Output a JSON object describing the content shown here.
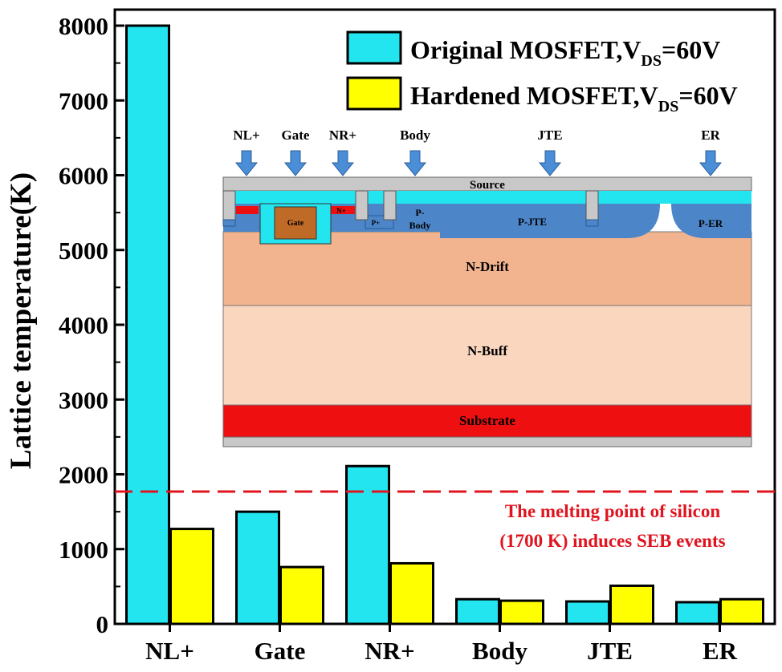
{
  "chart_data": {
    "type": "bar",
    "ylabel": "Lattice temperature(K)",
    "ylim": [
      0,
      8000
    ],
    "yticks": [
      0,
      1000,
      2000,
      3000,
      4000,
      5000,
      6000,
      7000,
      8000
    ],
    "categories": [
      "NL+",
      "Gate",
      "NR+",
      "Body",
      "JTE",
      "ER"
    ],
    "series": [
      {
        "name_main": "Original MOSFET,V",
        "name_sub": "DS",
        "name_tail": "=60V",
        "color": "#22e5ef",
        "values": [
          8000,
          1500,
          2110,
          330,
          300,
          290
        ]
      },
      {
        "name_main": "Hardened MOSFET,V",
        "name_sub": "DS",
        "name_tail": "=60V",
        "color": "#ffff00",
        "values": [
          1270,
          760,
          810,
          310,
          510,
          330
        ]
      }
    ],
    "threshold": {
      "value": 1770,
      "color": "#e0141e",
      "label_line1": "The melting point of silicon",
      "label_line2": "(1700 K) induces SEB events"
    },
    "legend_position": "top-right"
  },
  "inset": {
    "arrow_labels": [
      "NL+",
      "Gate",
      "NR+",
      "Body",
      "JTE",
      "ER"
    ],
    "regions": {
      "source": "Source",
      "gate": "Gate",
      "nplus": "N+",
      "pplus": "P+",
      "pbody": "P-",
      "pbody2": "Body",
      "pjte": "P-JTE",
      "per": "P-ER",
      "ndrift": "N-Drift",
      "nbuff": "N-Buff",
      "substrate": "Substrate"
    },
    "colors": {
      "arrow": "#4a8ed8",
      "source": "#c8c8c8",
      "cyan": "#22e5ef",
      "pregion": "#4c86c8",
      "gate": "#c06a28",
      "ndrift": "#f2b48e",
      "nbuff": "#fbd6bf",
      "substrate": "#ee1010",
      "nplus": "#ee1010"
    }
  }
}
